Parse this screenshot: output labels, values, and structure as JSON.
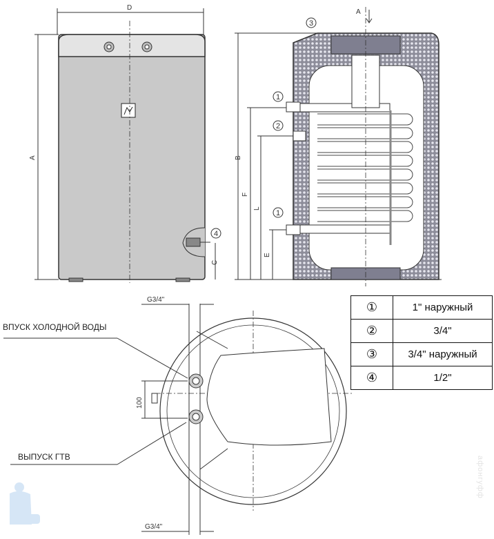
{
  "front_view": {
    "dim_width": "D",
    "dim_height": "A",
    "dim_fitting": "C",
    "fitting_callout": "4"
  },
  "section_view": {
    "view_arrow": "A",
    "dim_total": "B",
    "dim_f": "F",
    "dim_l": "L",
    "dim_e": "E",
    "callouts": [
      "1",
      "2",
      "1",
      "3"
    ]
  },
  "top_view": {
    "thread_top": "G3/4\"",
    "thread_bottom": "G3/4\"",
    "spacing": "100",
    "cold_inlet_label": "ВПУСК ХОЛОДНОЙ ВОДЫ",
    "hot_outlet_label": "ВЫПУСК ГТВ"
  },
  "connections_table": [
    {
      "num": "①",
      "size": "1\" наружный"
    },
    {
      "num": "②",
      "size": "3/4\""
    },
    {
      "num": "③",
      "size": "3/4\" наружный"
    },
    {
      "num": "④",
      "size": "1/2\""
    }
  ],
  "watermark": "афонгуфф",
  "colors": {
    "line": "#333333",
    "body": "#c8c8c8",
    "insulation": "#9a9aa6"
  }
}
